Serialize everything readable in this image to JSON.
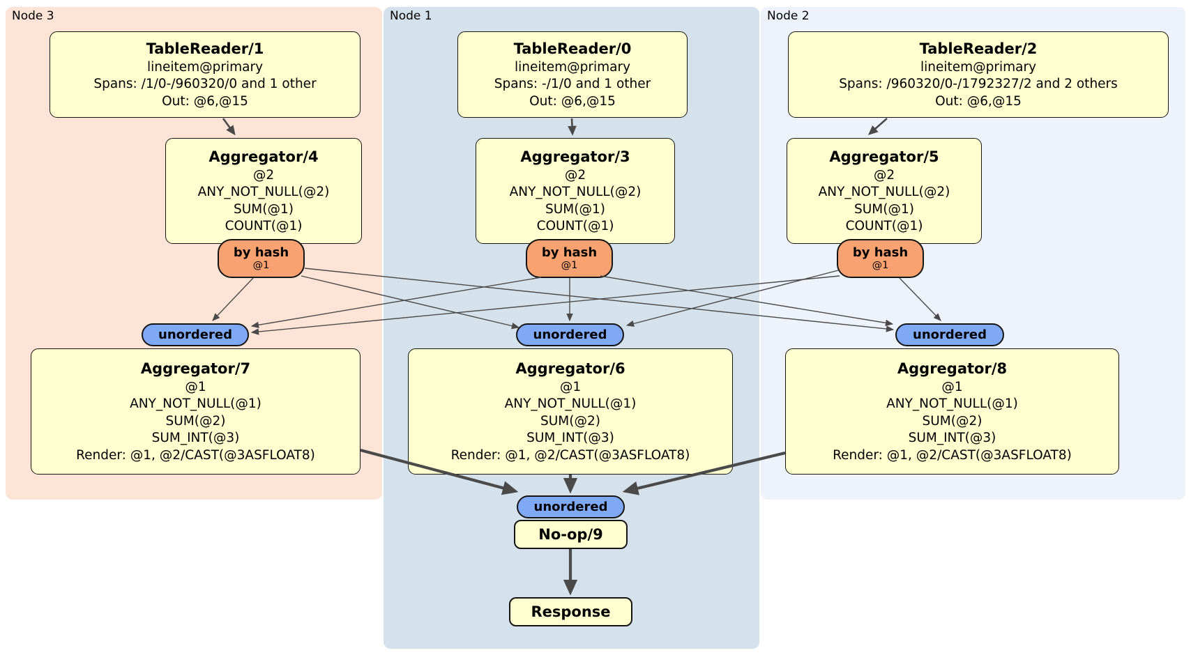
{
  "groups": [
    {
      "label": "Node 3"
    },
    {
      "label": "Node 1"
    },
    {
      "label": "Node 2"
    }
  ],
  "processors": {
    "tr1": {
      "title": "TableReader/1",
      "lines": [
        "lineitem@primary",
        "Spans: /1/0-/960320/0 and 1 other",
        "Out: @6,@15"
      ]
    },
    "tr0": {
      "title": "TableReader/0",
      "lines": [
        "lineitem@primary",
        "Spans: -/1/0 and 1 other",
        "Out: @6,@15"
      ]
    },
    "tr2": {
      "title": "TableReader/2",
      "lines": [
        "lineitem@primary",
        "Spans: /960320/0-/1792327/2 and 2 others",
        "Out: @6,@15"
      ]
    },
    "agg4": {
      "title": "Aggregator/4",
      "lines": [
        "@2",
        "ANY_NOT_NULL(@2)",
        "SUM(@1)",
        "COUNT(@1)"
      ]
    },
    "agg3": {
      "title": "Aggregator/3",
      "lines": [
        "@2",
        "ANY_NOT_NULL(@2)",
        "SUM(@1)",
        "COUNT(@1)"
      ]
    },
    "agg5": {
      "title": "Aggregator/5",
      "lines": [
        "@2",
        "ANY_NOT_NULL(@2)",
        "SUM(@1)",
        "COUNT(@1)"
      ]
    },
    "agg7": {
      "title": "Aggregator/7",
      "lines": [
        "@1",
        "ANY_NOT_NULL(@1)",
        "SUM(@2)",
        "SUM_INT(@3)",
        "Render: @1, @2/CAST(@3ASFLOAT8)"
      ]
    },
    "agg6": {
      "title": "Aggregator/6",
      "lines": [
        "@1",
        "ANY_NOT_NULL(@1)",
        "SUM(@2)",
        "SUM_INT(@3)",
        "Render: @1, @2/CAST(@3ASFLOAT8)"
      ]
    },
    "agg8": {
      "title": "Aggregator/8",
      "lines": [
        "@1",
        "ANY_NOT_NULL(@1)",
        "SUM(@2)",
        "SUM_INT(@3)",
        "Render: @1, @2/CAST(@3ASFLOAT8)"
      ]
    },
    "noop": {
      "title": "No-op/9"
    },
    "response": {
      "title": "Response"
    }
  },
  "router": {
    "label": "by hash",
    "detail": "@1"
  },
  "sync": {
    "label": "unordered"
  },
  "colors": {
    "node3_bg": "#fde4d7",
    "node1_bg": "#d5e2ec",
    "node2_bg": "#edf2fb",
    "processor_fill": "#ffffcf",
    "router_fill": "#f8a272",
    "sync_fill": "#7fa9f5",
    "edge": "#4a4a4a",
    "border": "#141414"
  }
}
